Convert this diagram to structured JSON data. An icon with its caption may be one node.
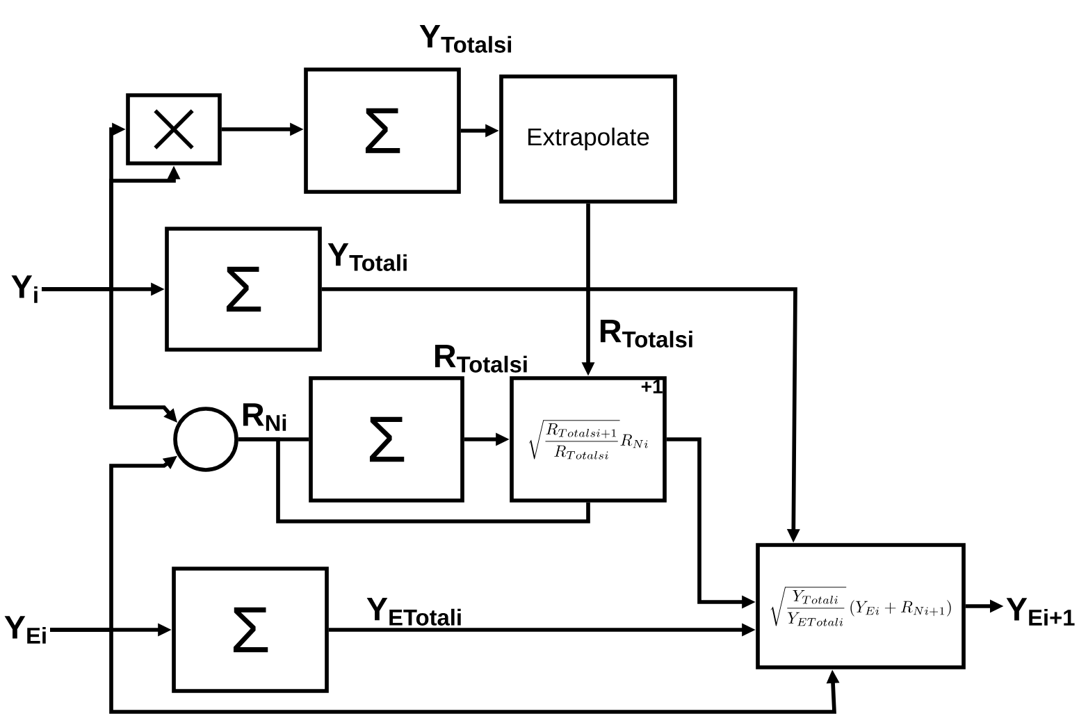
{
  "diagram": {
    "nodes": [
      {
        "text": [
          "Y$_{i}$"
        ]
      },
      {
        "text": [],
        "shape": "box"
      },
      {
        "text": [
          "Σ"
        ]
      },
      {
        "text": [
          "Extrapolate"
        ]
      },
      {
        "text": [
          "Σ"
        ]
      },
      {
        "text": [],
        "shape": "circle"
      },
      {
        "text": [
          "Σ"
        ]
      },
      {
        "text": [
          "+1",
          "\\sqrt{\\frac{R_{Totalsi+1}}{R_{Totalsi}}}R_{Ni}"
        ]
      },
      {
        "text": [
          "\\sqrt{\\frac{Y_{Totali}}{Y_{ETotali}}}\\left(Y_{Ei}+R_{Ni+1}\\right)"
        ]
      },
      {
        "text": [
          "Σ"
        ]
      },
      {
        "text": [
          "Y$_{Ei}$"
        ]
      },
      {
        "text": [
          "Y$_{Ei+1}$"
        ]
      }
    ],
    "edges": [
      {
        "from": 0,
        "to": 4,
        "arrow": "to"
      },
      {
        "from": 0,
        "to": 1,
        "arrow": "to"
      },
      {
        "from": 0,
        "to": 1,
        "arrow": "to"
      },
      {
        "from": 0,
        "to": 5,
        "arrow": "to"
      },
      {
        "from": 1,
        "to": 2,
        "arrow": "to"
      },
      {
        "from": 2,
        "to": 3,
        "arrow": "to",
        "label": "Y$_{Totalsi}$"
      },
      {
        "from": 3,
        "to": 7,
        "arrow": "to",
        "label": "R$_{Totalsi}$"
      },
      {
        "from": 4,
        "to": 8,
        "arrow": "to",
        "label": "Y$_{Totali}$"
      },
      {
        "from": 5,
        "to": 6,
        "arrow": "none",
        "label": "R$_{Ni}$"
      },
      {
        "from": 5,
        "to": 7,
        "arrow": "none"
      },
      {
        "from": 6,
        "to": 7,
        "arrow": "to",
        "label": "R$_{Totalsi}$"
      },
      {
        "from": 7,
        "to": 8,
        "arrow": "to"
      },
      {
        "from": 9,
        "to": 8,
        "arrow": "to",
        "label": "Y$_{ETotali}$"
      },
      {
        "from": 8,
        "to": 11,
        "arrow": "to"
      },
      {
        "from": 10,
        "to": 9,
        "arrow": "to"
      },
      {
        "from": 10,
        "to": 5,
        "arrow": "to"
      },
      {
        "from": 10,
        "to": 8,
        "arrow": "to"
      }
    ]
  }
}
